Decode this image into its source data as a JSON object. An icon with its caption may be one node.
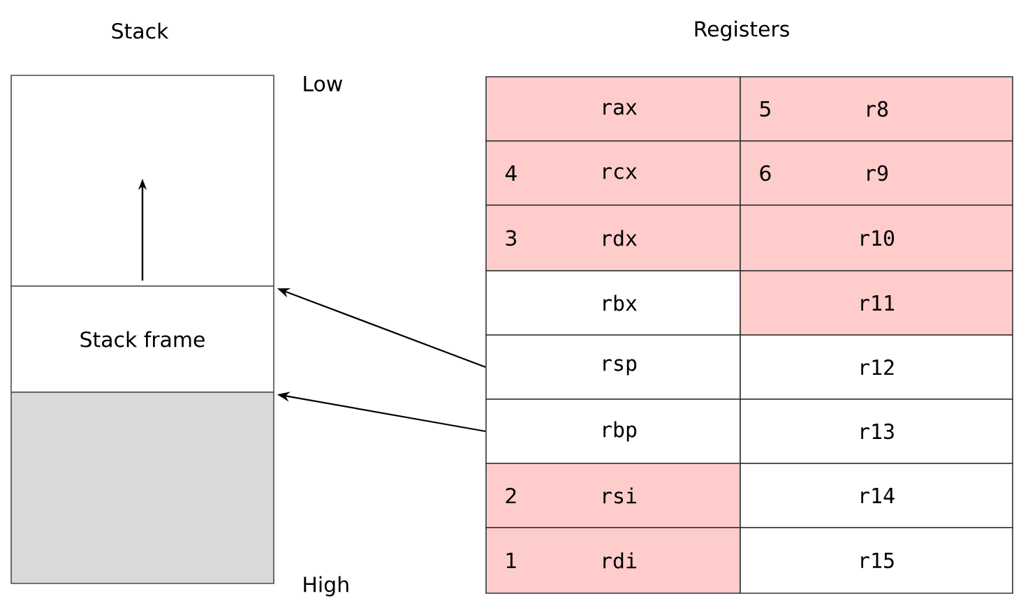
{
  "diagram": {
    "nodes": [
      {
        "text": [],
        "shape": "box"
      },
      {
        "text": [
          "Stack frame"
        ]
      },
      {
        "text": [],
        "shape": "box"
      },
      {
        "text": [
          "rax"
        ]
      },
      {
        "text": [
          "5",
          "r8"
        ]
      },
      {
        "text": [
          "4",
          "rcx"
        ]
      },
      {
        "text": [
          "6",
          "r9"
        ]
      },
      {
        "text": [
          "3",
          "rdx"
        ]
      },
      {
        "text": [
          "r10"
        ]
      },
      {
        "text": [
          "rbx"
        ]
      },
      {
        "text": [
          "r11"
        ]
      },
      {
        "text": [
          "rsp"
        ]
      },
      {
        "text": [
          "r12"
        ]
      },
      {
        "text": [
          "rbp"
        ]
      },
      {
        "text": [
          "r13"
        ]
      },
      {
        "text": [
          "2",
          "rsi"
        ]
      },
      {
        "text": [
          "r14"
        ]
      },
      {
        "text": [
          "1",
          "rdi"
        ]
      },
      {
        "text": [
          "r15"
        ]
      }
    ],
    "edges": [
      {
        "from": 11,
        "to": 1,
        "arrow": "to"
      },
      {
        "from": 13,
        "to": 2,
        "arrow": "to"
      }
    ],
    "labels": [
      "Stack",
      "Registers",
      "Low",
      "High"
    ]
  }
}
